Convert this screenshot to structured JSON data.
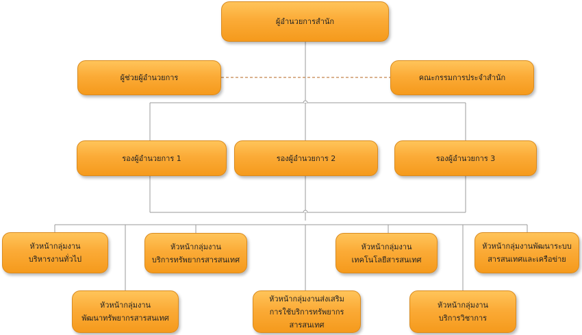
{
  "chart": {
    "director": "ผู้อำนวยการสำนัก",
    "assistant": "ผู้ช่วยผู้อำนวยการ",
    "committee": "คณะกรรมการประจำสำนัก",
    "deputy1": "รองผู้อำนวยการ 1",
    "deputy2": "รองผู้อำนวยการ 2",
    "deputy3": "รองผู้อำนวยการ 3",
    "group_general": "หัวหน้ากลุ่มงาน\nบริหารงานทั่วไป",
    "group_info_resources": "หัวหน้ากลุ่มงาน\nบริการทรัพยากรสารสนเทศ",
    "group_technology": "หัวหน้ากลุ่มงาน\nเทคโนโลยีสารสนเทศ",
    "group_network": "หัวหน้ากลุ่มงานพัฒนาระบบ\nสารสนเทศและเครือข่าย",
    "group_development": "หัวหน้ากลุ่มงาน\nพัฒนาทรัพยากรสารสนเทศ",
    "group_promotion": "หัวหน้ากลุ่มงานส่งเสริม\nการใช้บริการทรัพยากร\nสารสนเทศ",
    "group_academic": "หัวหน้ากลุ่มงาน\nบริการวิชาการ"
  },
  "colors": {
    "box_fill": "#fbab37",
    "connector": "#9a9a9a",
    "dashed_connector": "#b5651d"
  }
}
